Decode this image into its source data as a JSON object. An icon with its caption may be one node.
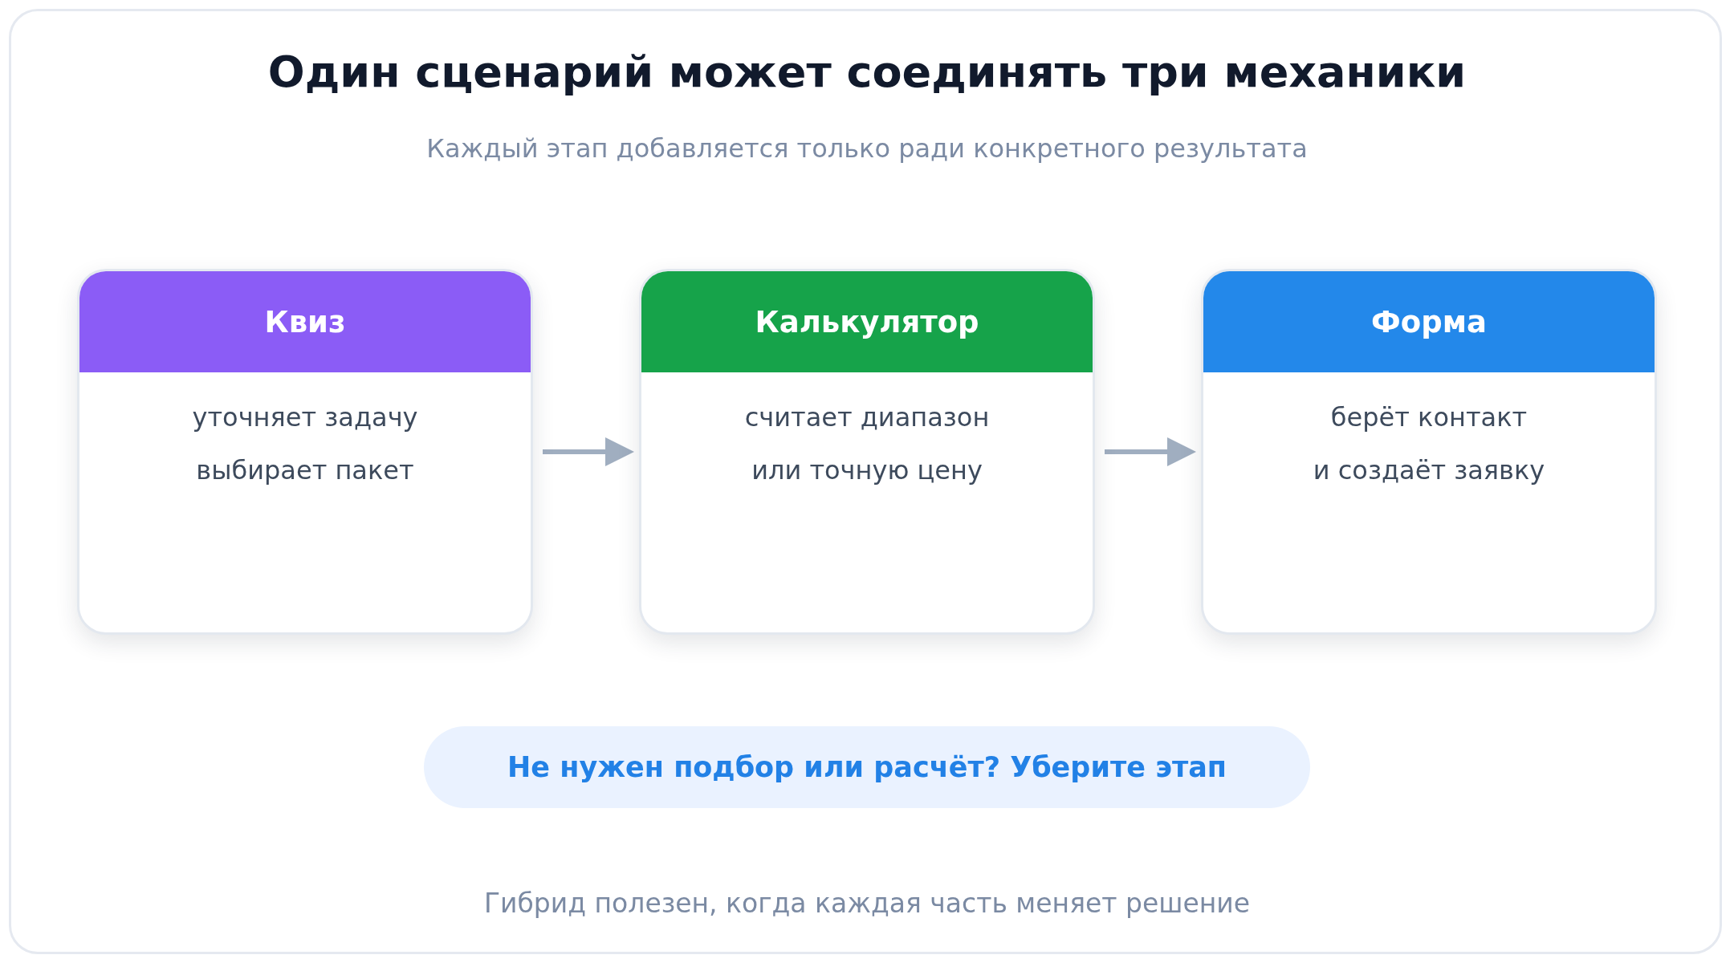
{
  "diagram": {
    "title": "Один сценарий может соединять три механики",
    "caption": "Гибрид полезен, когда каждая часть меняет решение",
    "nodes": [
      {
        "text": [
          "Квиз",
          "уточняет задачу",
          "выбирает пакет"
        ]
      },
      {
        "text": [
          "Калькулятор",
          "считает диапазон",
          "или точную цену"
        ]
      },
      {
        "text": [
          "Форма",
          "берёт контакт",
          "и создаёт заявку"
        ]
      },
      {
        "text": [
          "Не нужен подбор или расчёт? Уберите этап"
        ]
      }
    ],
    "edges": [
      {
        "from": 0,
        "to": 1,
        "arrow": "to"
      },
      {
        "from": 1,
        "to": 2,
        "arrow": "to"
      }
    ],
    "labels": [
      "Каждый этап добавляется только ради конкретного результата"
    ]
  }
}
